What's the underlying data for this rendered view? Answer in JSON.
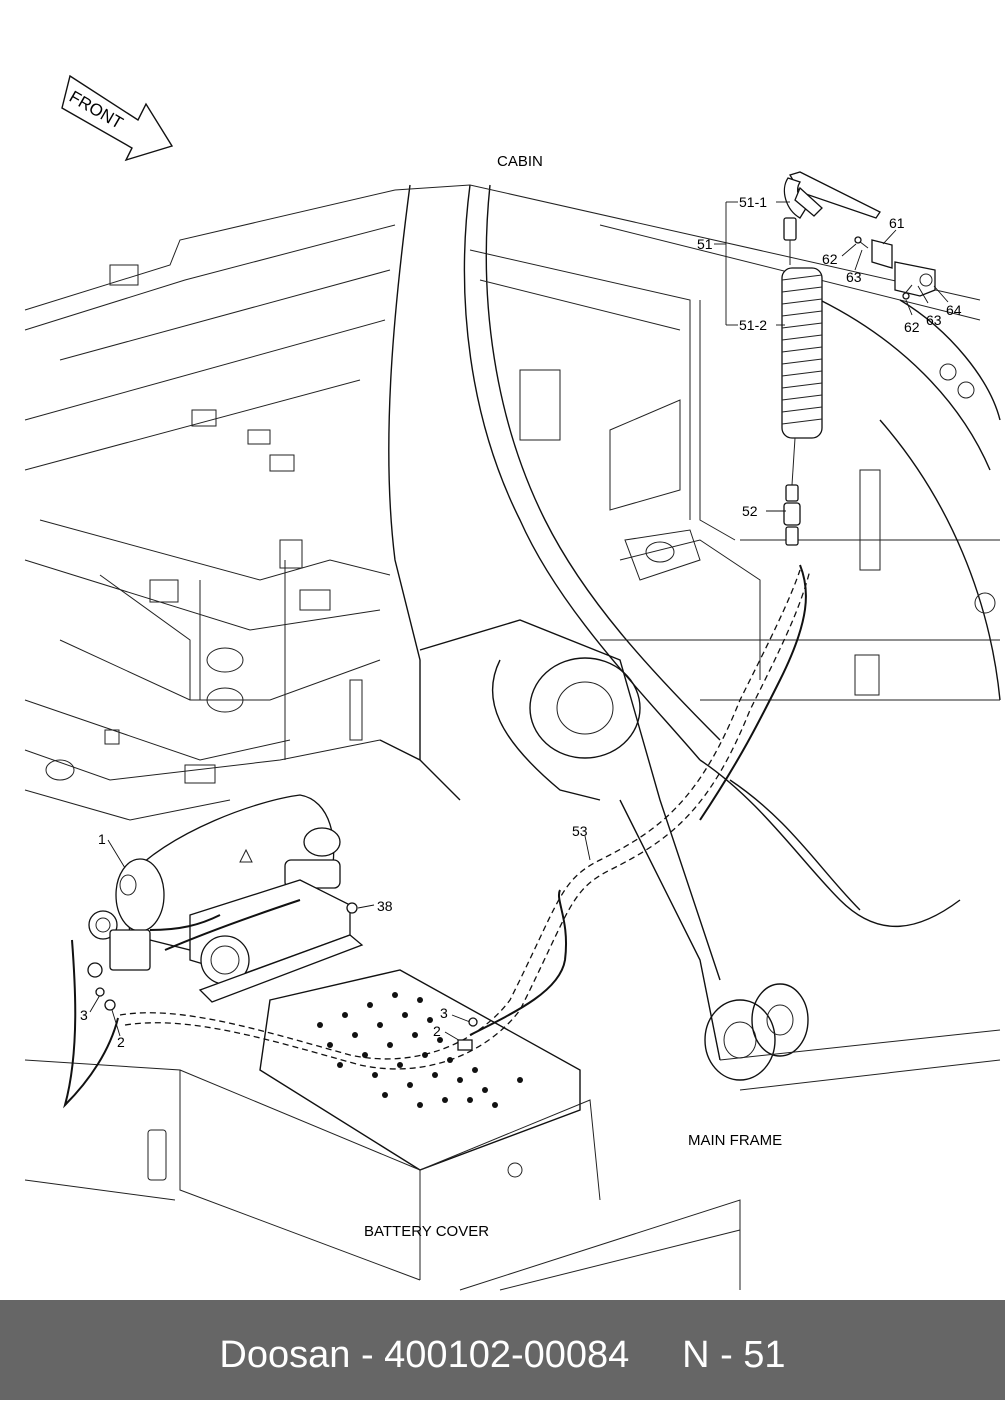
{
  "labels": {
    "front": "FRONT",
    "cabin": "CABIN",
    "main_frame": "MAIN FRAME",
    "battery_cover": "BATTERY COVER"
  },
  "callouts": {
    "p51": "51",
    "p51_1": "51-1",
    "p51_2": "51-2",
    "p52": "52",
    "p53": "53",
    "p61": "61",
    "p62_a": "62",
    "p63_a": "63",
    "p62_b": "62",
    "p63_b": "63",
    "p64": "64",
    "p1": "1",
    "p38": "38",
    "p3_left": "3",
    "p2_left": "2",
    "p3_right": "3",
    "p2_right": "2"
  },
  "footer": {
    "text": "Doosan - 400102-00084     N - 51"
  }
}
